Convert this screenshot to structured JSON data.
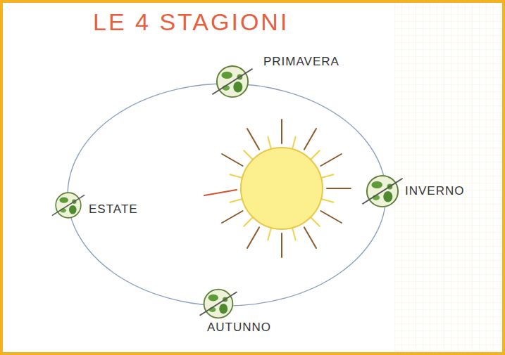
{
  "diagram": {
    "title": "LE 4 STAGIONI",
    "labels": [
      "PRIMAVERA",
      "INVERNO",
      "ESTATE",
      "AUTUNNO"
    ]
  }
}
